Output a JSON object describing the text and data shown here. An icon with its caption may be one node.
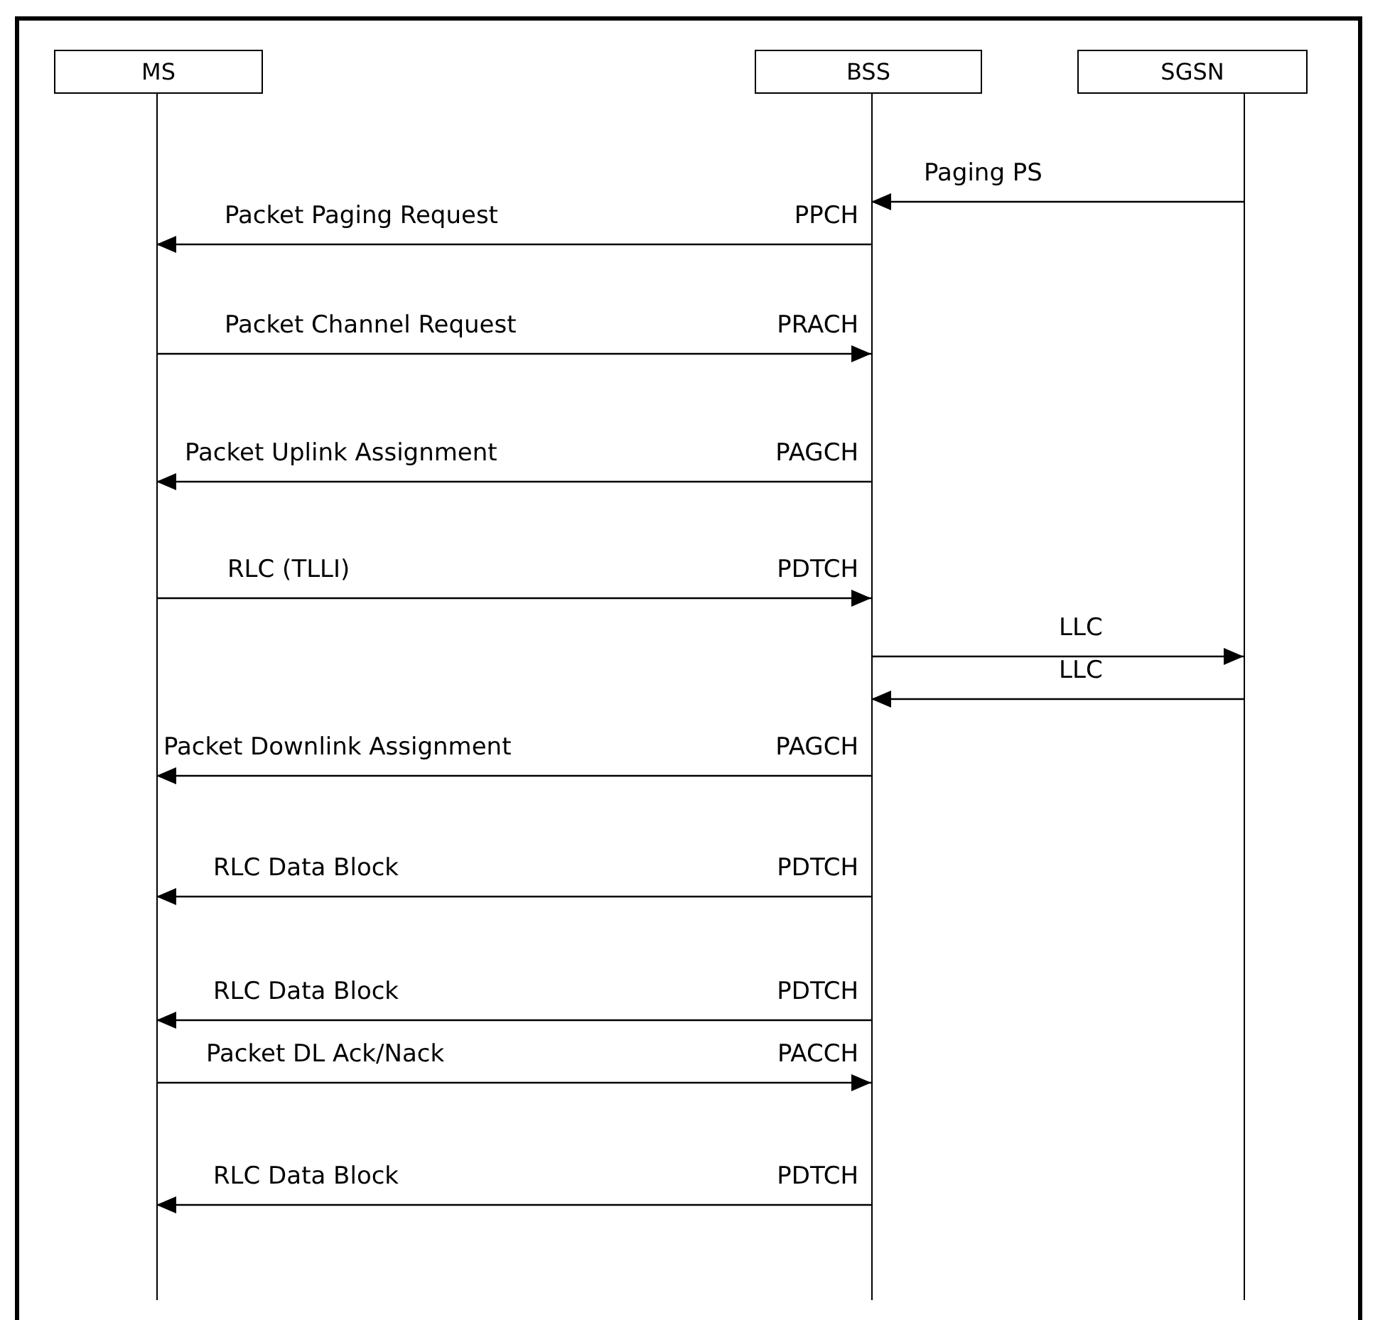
{
  "diagram": {
    "nodes": [
      {
        "text": [
          "MS"
        ]
      },
      {
        "text": [
          "BSS"
        ]
      },
      {
        "text": [
          "SGSN"
        ]
      }
    ],
    "edges": [
      {
        "from": 2,
        "to": 1,
        "arrow": "to",
        "label": "Paging PS"
      },
      {
        "from": 1,
        "to": 0,
        "arrow": "to",
        "label": "Packet Paging Request"
      },
      {
        "from": 0,
        "to": 1,
        "arrow": "to",
        "label": "Packet Channel Request"
      },
      {
        "from": 1,
        "to": 0,
        "arrow": "to",
        "label": "Packet Uplink Assignment"
      },
      {
        "from": 0,
        "to": 1,
        "arrow": "to",
        "label": "RLC (TLLI)"
      },
      {
        "from": 1,
        "to": 2,
        "arrow": "to",
        "label": "LLC"
      },
      {
        "from": 2,
        "to": 1,
        "arrow": "to",
        "label": "LLC"
      },
      {
        "from": 1,
        "to": 0,
        "arrow": "to",
        "label": "Packet Downlink Assignment"
      },
      {
        "from": 1,
        "to": 0,
        "arrow": "to",
        "label": "RLC Data Block"
      },
      {
        "from": 1,
        "to": 0,
        "arrow": "to",
        "label": "RLC Data Block"
      },
      {
        "from": 0,
        "to": 1,
        "arrow": "to",
        "label": "Packet DL Ack/Nack"
      },
      {
        "from": 1,
        "to": 0,
        "arrow": "to",
        "label": "RLC Data Block"
      }
    ],
    "labels": [
      "PPCH",
      "PRACH",
      "PAGCH",
      "PDTCH",
      "PAGCH",
      "PDTCH",
      "PDTCH",
      "PACCH",
      "PDTCH"
    ]
  }
}
